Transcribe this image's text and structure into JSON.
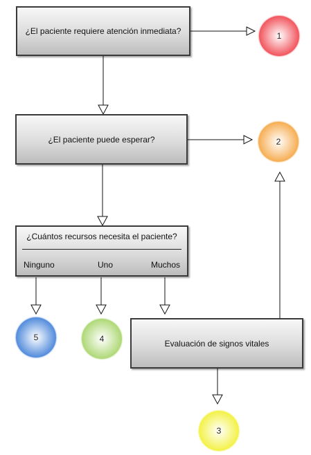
{
  "colors": {
    "node1": "#f0434c",
    "node2": "#f5a540",
    "node3": "#f2f033",
    "node4": "#a6d468",
    "node5": "#3f7fd8"
  },
  "decision1": {
    "text": "¿El paciente requiere atención inmediata?"
  },
  "decision2": {
    "text": "¿El paciente puede esperar?"
  },
  "decision3": {
    "title": "¿Cuántos recursos necesita el paciente?",
    "options": [
      "Ninguno",
      "Uno",
      "Muchos"
    ]
  },
  "process": {
    "text": "Evaluación de signos vitales"
  },
  "nodes": {
    "n1": "1",
    "n2": "2",
    "n3": "3",
    "n4": "4",
    "n5": "5"
  }
}
